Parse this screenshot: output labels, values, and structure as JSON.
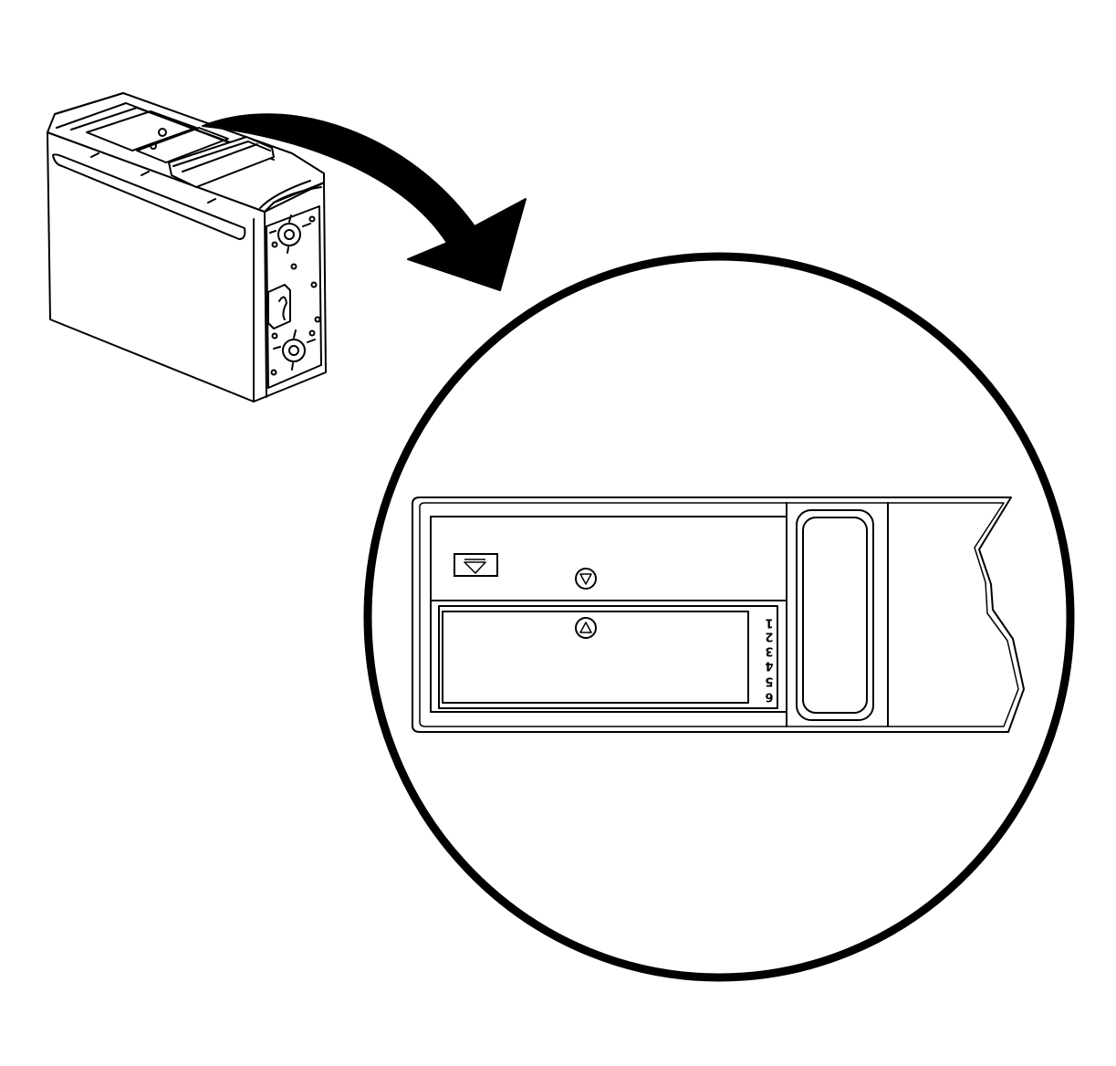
{
  "colors": {
    "line": "#000000",
    "background": "#ffffff"
  },
  "detail_panel": {
    "eject_icon": "eject-icon",
    "down_icon": "triangle-down-circle-icon",
    "up_icon": "triangle-up-circle-icon",
    "slot_numbers": [
      "1",
      "2",
      "3",
      "4",
      "5",
      "6"
    ]
  }
}
